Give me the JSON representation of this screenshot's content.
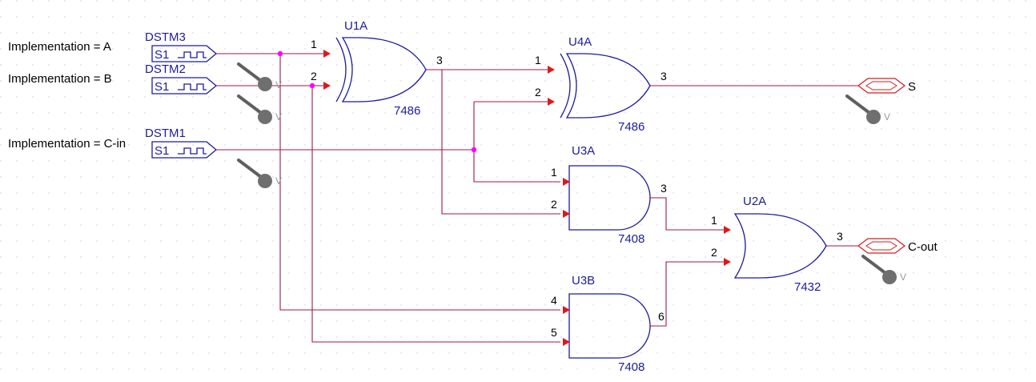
{
  "colors": {
    "gate": "#1c1c9c",
    "wire": "#a01844",
    "pin_arrow": "#e01818",
    "junction": "#ff00ff",
    "probe": "#6f6f6f",
    "port": "#cc2020"
  },
  "inputs": [
    {
      "label": "Implementation = A",
      "ref": "DSTM3",
      "stim": "S1"
    },
    {
      "label": "Implementation = B",
      "ref": "DSTM2",
      "stim": "S1"
    },
    {
      "label": "Implementation = C-in",
      "ref": "DSTM1",
      "stim": "S1"
    }
  ],
  "gates": {
    "u1a": {
      "ref": "U1A",
      "part": "7486",
      "pin_in1": "1",
      "pin_in2": "2",
      "pin_out": "3"
    },
    "u4a": {
      "ref": "U4A",
      "part": "7486",
      "pin_in1": "1",
      "pin_in2": "2",
      "pin_out": "3"
    },
    "u3a": {
      "ref": "U3A",
      "part": "7408",
      "pin_in1": "1",
      "pin_in2": "2",
      "pin_out": "3"
    },
    "u3b": {
      "ref": "U3B",
      "part": "7408",
      "pin_in1": "4",
      "pin_in2": "5",
      "pin_out": "6"
    },
    "u2a": {
      "ref": "U2A",
      "part": "7432",
      "pin_in1": "1",
      "pin_in2": "2",
      "pin_out": "3"
    }
  },
  "outputs": {
    "sum": "S",
    "carry": "C-out"
  },
  "probe_label": "V"
}
